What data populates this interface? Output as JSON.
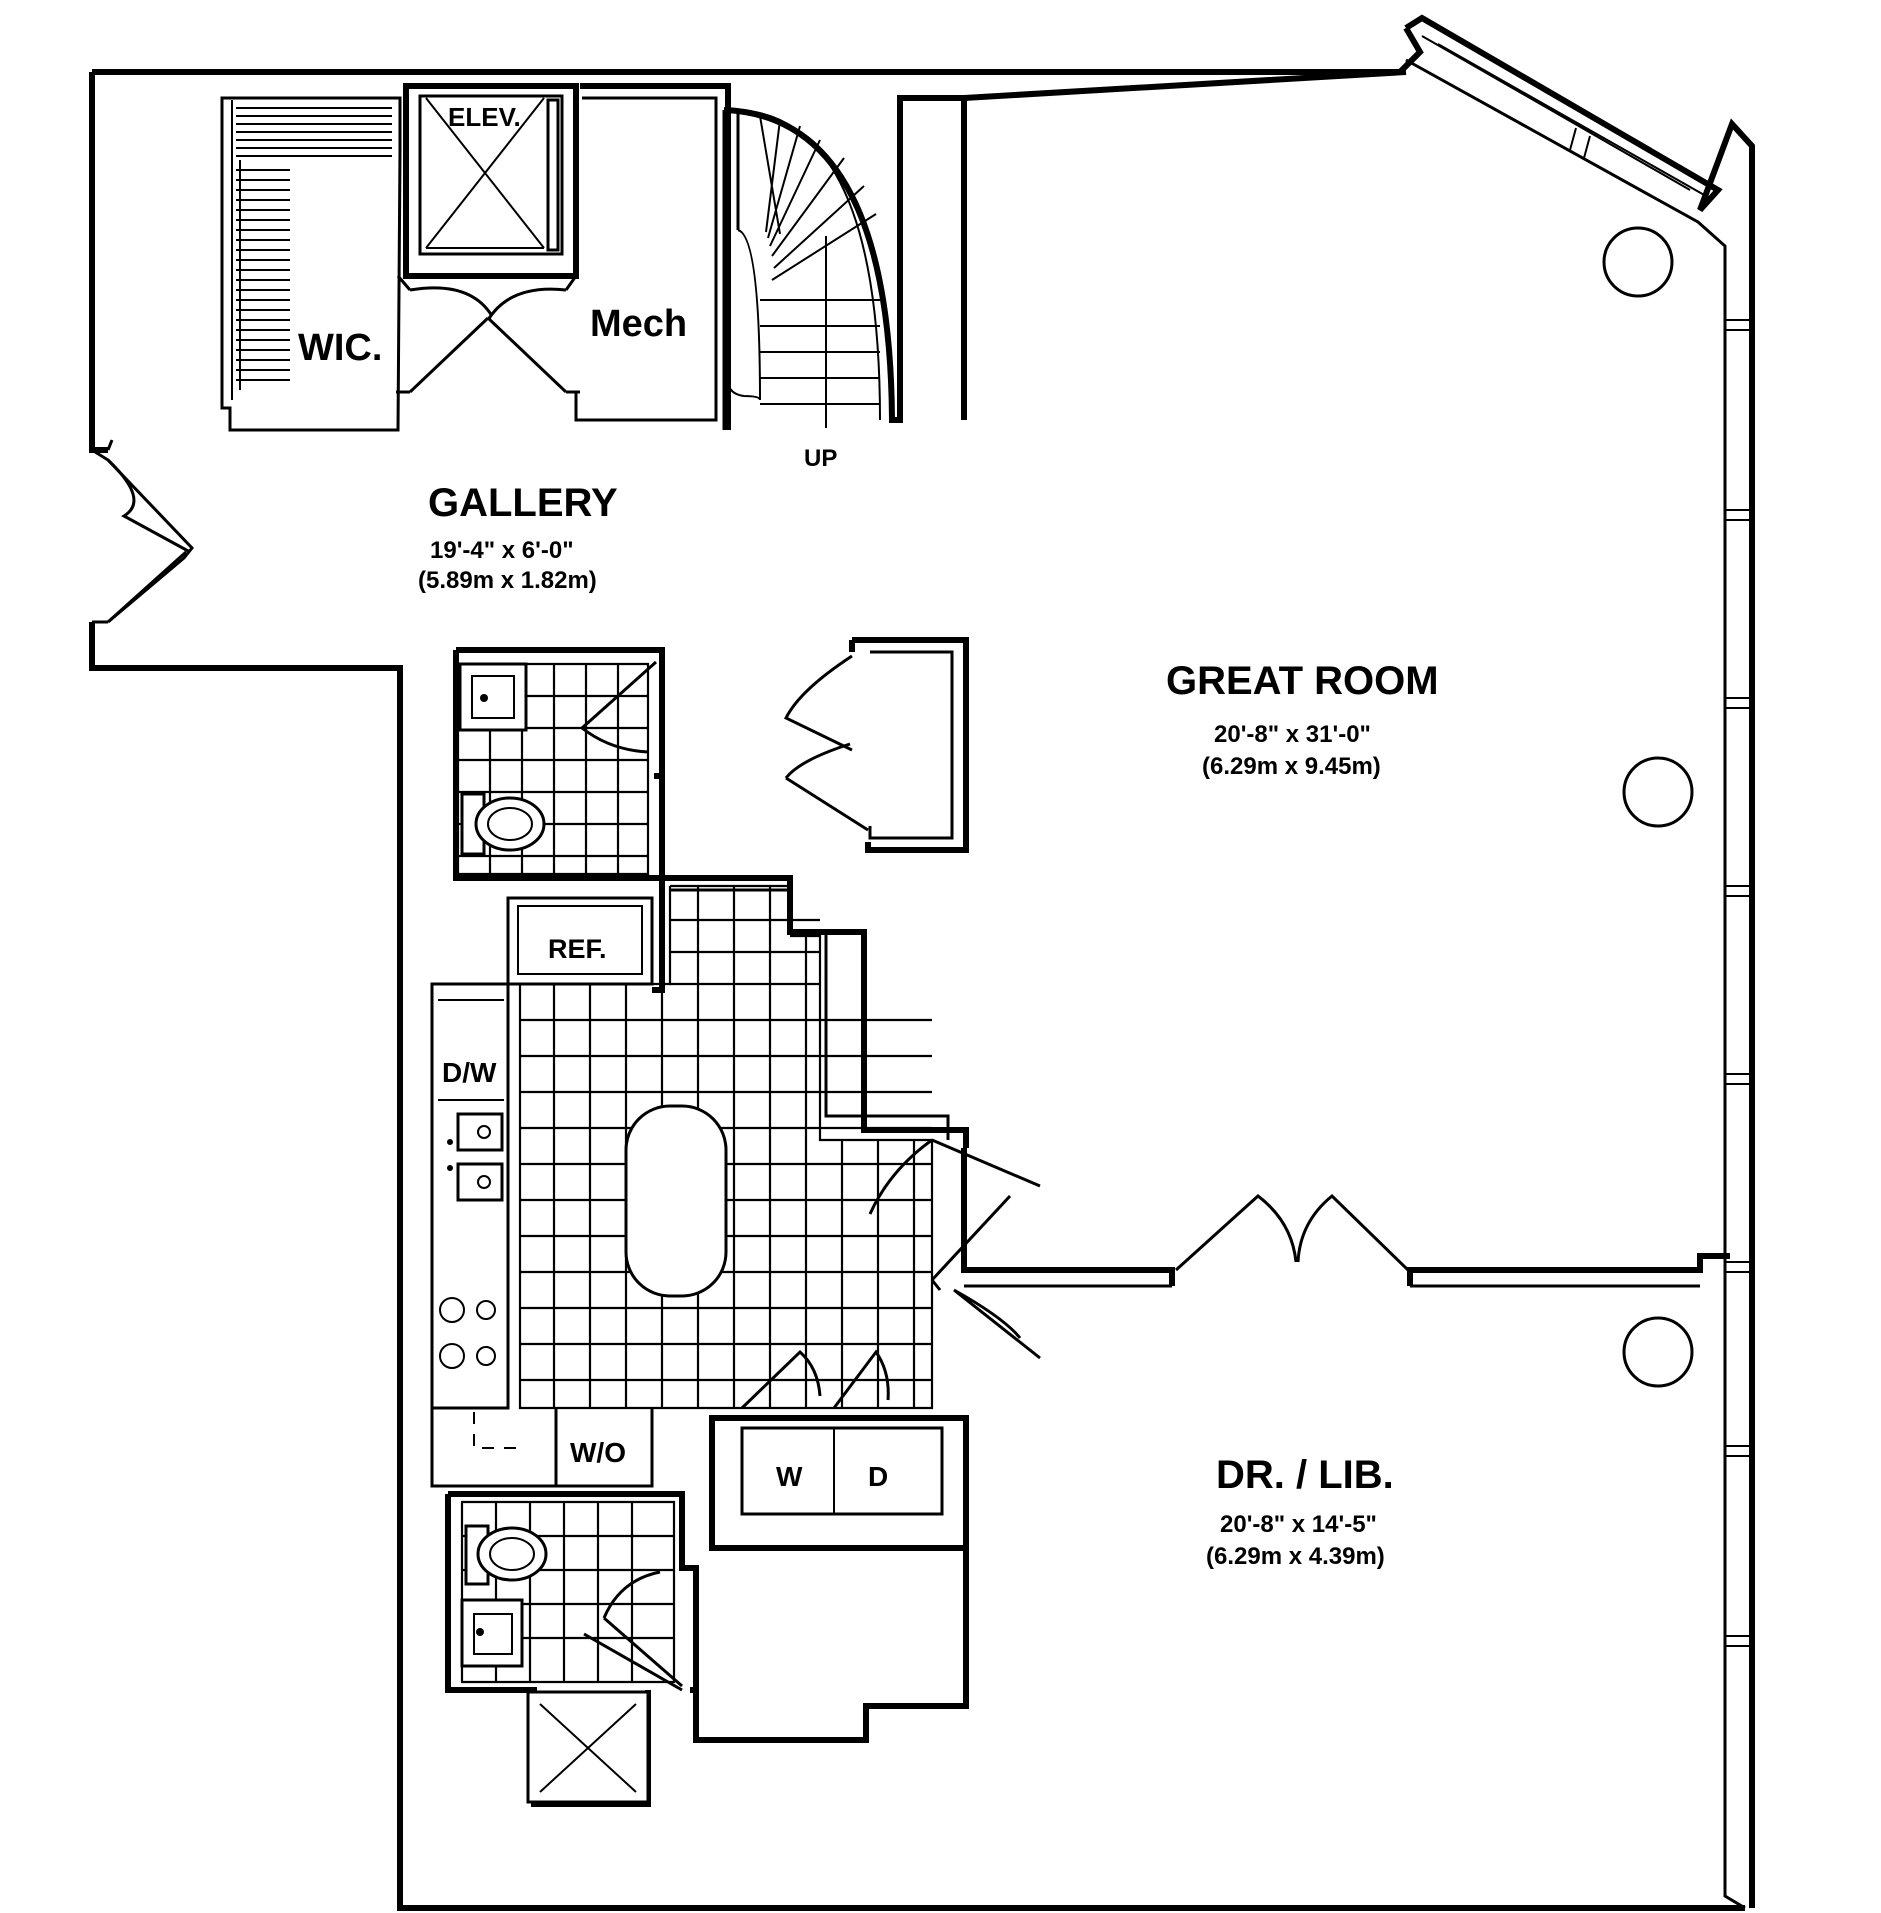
{
  "rooms": {
    "gallery": {
      "name": "GALLERY",
      "dim_imperial": "19'-4\" x 6'-0\"",
      "dim_metric": "(5.89m x 1.82m)"
    },
    "great_room": {
      "name": "GREAT ROOM",
      "dim_imperial": "20'-8\" x 31'-0\"",
      "dim_metric": "(6.29m x 9.45m)"
    },
    "dr_lib": {
      "name": "DR. / LIB.",
      "dim_imperial": "20'-8\" x 14'-5\"",
      "dim_metric": "(6.29m x 4.39m)"
    }
  },
  "spaces": {
    "wic": "WIC.",
    "elev": "ELEV.",
    "mech": "Mech",
    "stair_up": "UP",
    "ref": "REF.",
    "dw": "D/W",
    "wo": "W/O",
    "washer": "W",
    "dryer": "D"
  }
}
